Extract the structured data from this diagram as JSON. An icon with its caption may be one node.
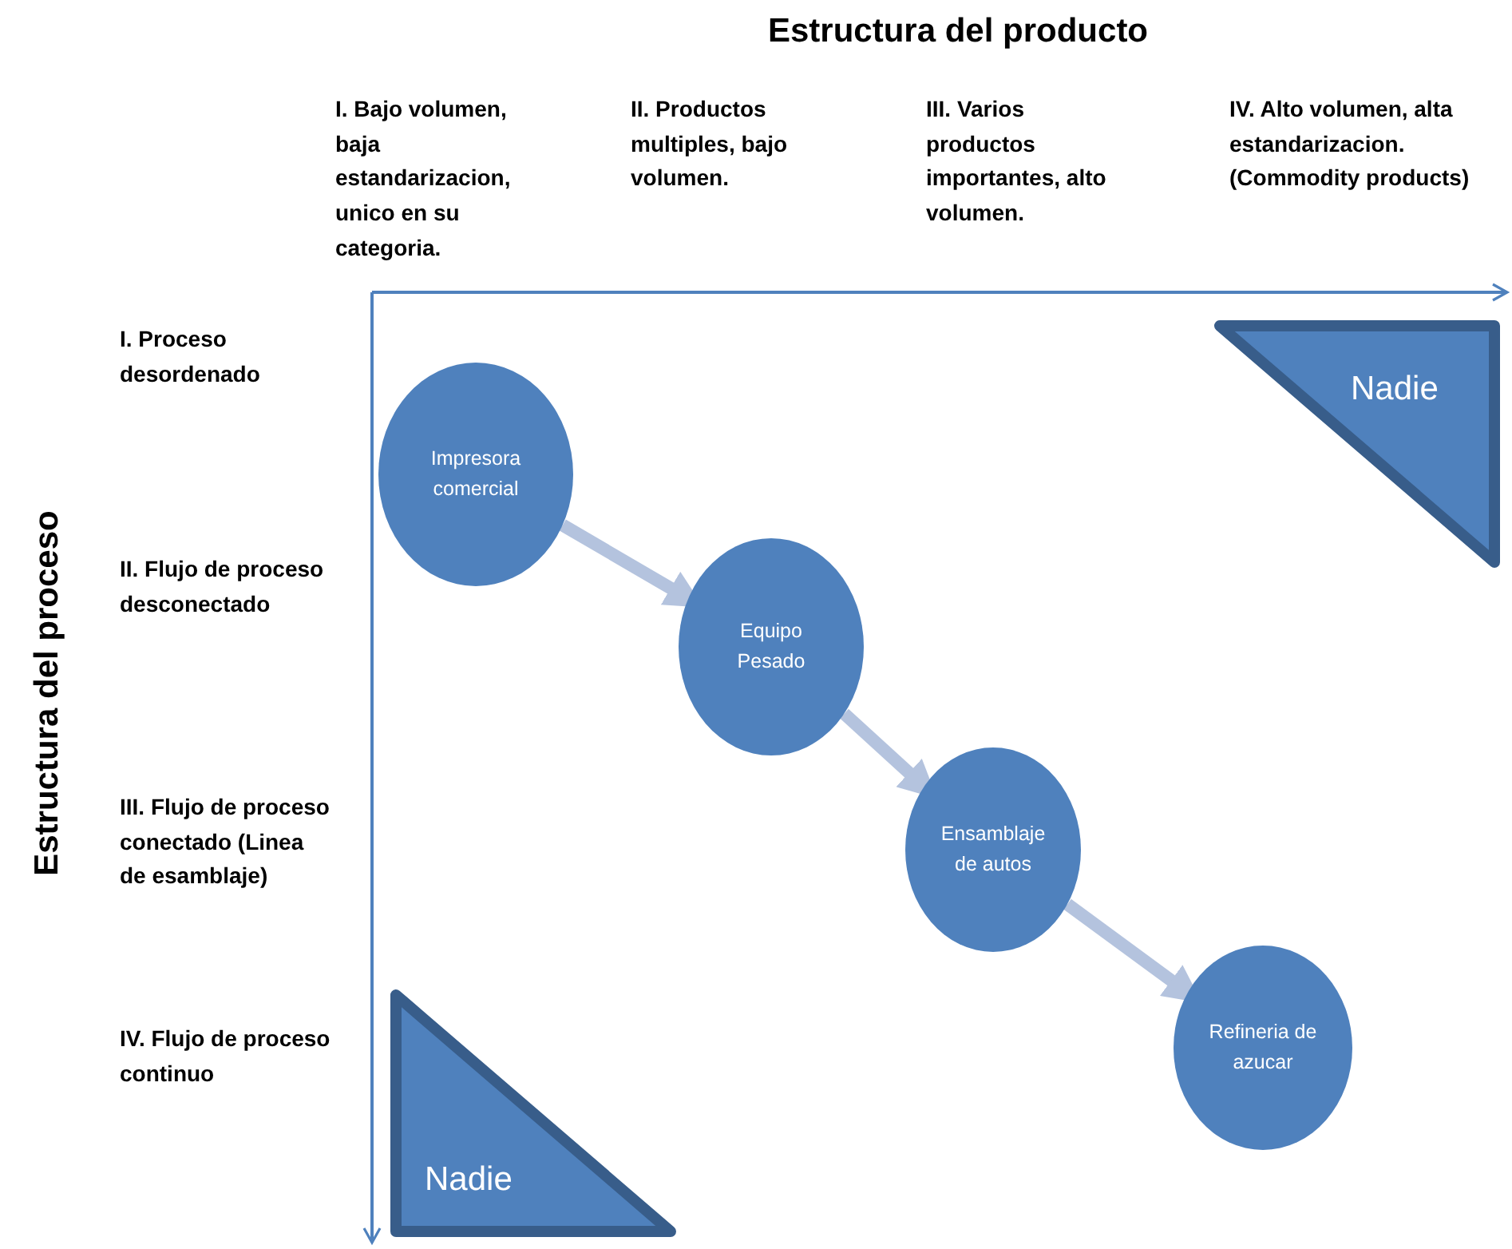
{
  "diagram": {
    "title": "Estructura del producto",
    "nodes": [
      {
        "text": [
          "Nadie"
        ]
      },
      {
        "text": [
          "Impresora comercial"
        ]
      },
      {
        "text": [
          "Equipo Pesado"
        ]
      },
      {
        "text": [
          "Ensamblaje de autos"
        ]
      },
      {
        "text": [
          "Refineria de azucar"
        ]
      },
      {
        "text": [
          "Nadie"
        ]
      }
    ],
    "edges": [
      {
        "from": 1,
        "to": 2,
        "arrow": "to"
      },
      {
        "from": 2,
        "to": 3,
        "arrow": "to"
      },
      {
        "from": 3,
        "to": 4,
        "arrow": "to"
      }
    ],
    "labels": [
      "I. Bajo volumen, baja estandarizacion, unico en su categoria.",
      "II. Productos multiples, bajo volumen.",
      "III. Varios productos importantes, alto volumen.",
      "IV. Alto volumen, alta estandarizacion. (Commodity products)",
      "Estructura del proceso",
      "I. Proceso desordenado",
      "II. Flujo de proceso desconectado",
      "III. Flujo de proceso conectado (Linea de esamblaje)",
      "IV. Flujo de proceso continuo"
    ]
  }
}
